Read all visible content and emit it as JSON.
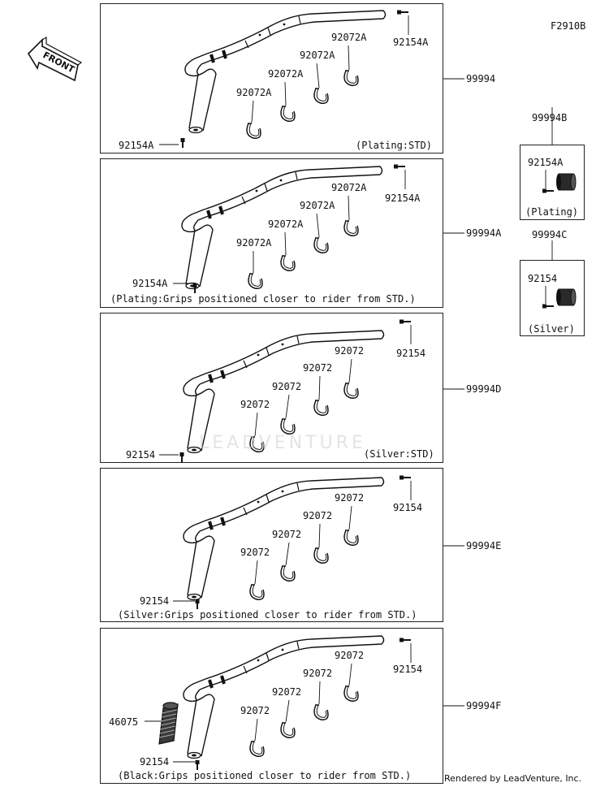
{
  "diagram_code": "F2910B",
  "front_label": "FRONT",
  "watermark": "LEADVENTURE",
  "footer": "Rendered by LeadVenture, Inc.",
  "panels": [
    {
      "id": "99994",
      "caption": "(Plating:STD)",
      "bolt": "92154A",
      "clamps": [
        "92072A",
        "92072A",
        "92072A",
        "92072A"
      ]
    },
    {
      "id": "99994A",
      "caption": "(Plating:Grips positioned closer to rider from STD.)",
      "bolt": "92154A",
      "clamps": [
        "92072A",
        "92072A",
        "92072A",
        "92072A"
      ]
    },
    {
      "id": "99994D",
      "caption": "(Silver:STD)",
      "bolt": "92154",
      "clamps": [
        "92072",
        "92072",
        "92072",
        "92072"
      ]
    },
    {
      "id": "99994E",
      "caption": "(Silver:Grips positioned closer to rider from STD.)",
      "bolt": "92154",
      "clamps": [
        "92072",
        "92072",
        "92072",
        "92072"
      ]
    },
    {
      "id": "99994F",
      "caption": "(Black:Grips positioned closer to rider from STD.)",
      "bolt": "92154",
      "clamps": [
        "92072",
        "92072",
        "92072",
        "92072"
      ],
      "grip": "46075"
    }
  ],
  "side_panels": [
    {
      "id": "99994B",
      "bolt": "92154A",
      "caption": "(Plating)"
    },
    {
      "id": "99994C",
      "bolt": "92154",
      "caption": "(Silver)"
    }
  ]
}
